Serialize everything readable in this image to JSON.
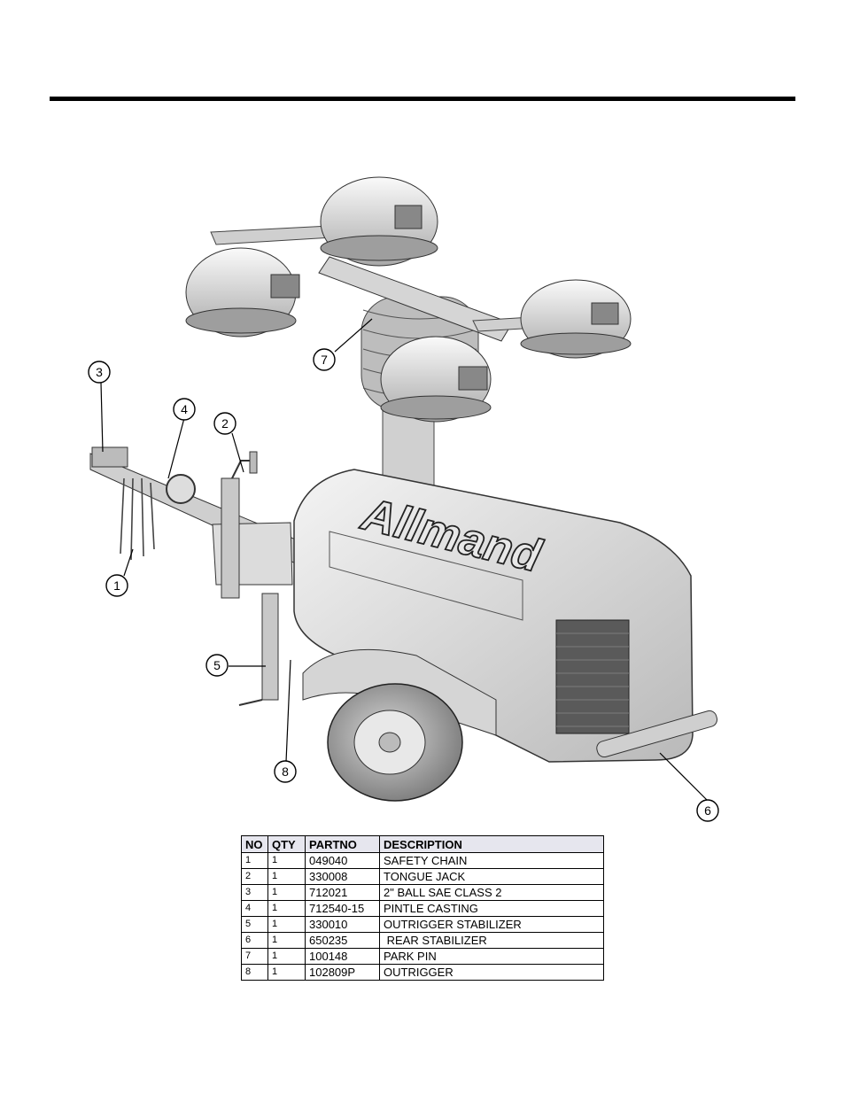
{
  "logo": {
    "text": "Allmand"
  },
  "callouts": [
    "1",
    "2",
    "3",
    "4",
    "5",
    "6",
    "7",
    "8"
  ],
  "table": {
    "headers": [
      "NO",
      "QTY",
      "PARTNO",
      "DESCRIPTION"
    ],
    "rows": [
      [
        "1",
        "1",
        "049040",
        "SAFETY CHAIN"
      ],
      [
        "2",
        "1",
        "330008",
        "TONGUE JACK"
      ],
      [
        "3",
        "1",
        "712021",
        "2\" BALL SAE CLASS 2"
      ],
      [
        "4",
        "1",
        "712540-15",
        "PINTLE CASTING"
      ],
      [
        "5",
        "1",
        "330010",
        "OUTRIGGER STABILIZER"
      ],
      [
        "6",
        "1",
        "650235",
        " REAR STABILIZER"
      ],
      [
        "7",
        "1",
        "100148",
        "PARK PIN"
      ],
      [
        "8",
        "1",
        "102809P",
        "OUTRIGGER"
      ]
    ]
  }
}
